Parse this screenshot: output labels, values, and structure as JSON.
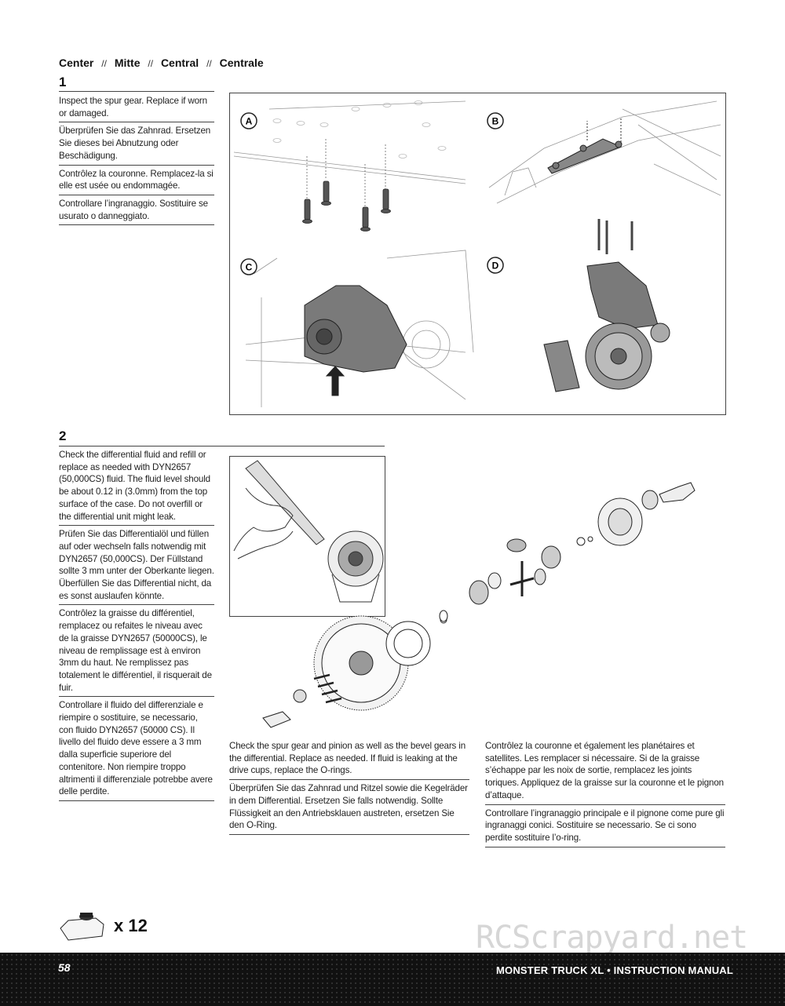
{
  "header": {
    "parts": [
      "Center",
      "Mitte",
      "Central",
      "Centrale"
    ],
    "sep1": "//",
    "sep2": "//",
    "sep3": "//"
  },
  "step1": {
    "number": "1",
    "texts": [
      "Inspect the spur gear. Replace if worn or damaged.",
      "Überprüfen Sie das Zahnrad. Ersetzen Sie dieses bei Abnutzung oder Beschädigung.",
      "Contrôlez la couronne. Remplacez-la si elle est usée ou endommagée.",
      "Controllare l’ingranaggio. Sostituire se usurato o danneggiato."
    ],
    "callouts": [
      "A",
      "B",
      "C",
      "D"
    ]
  },
  "step2": {
    "number": "2",
    "texts": [
      "Check the differential fluid and refill or replace as needed with DYN2657 (50,000CS) fluid. The fluid level should be about 0.12 in (3.0mm) from the top surface of the case. Do not overfill or the differential unit might leak.",
      "Prüfen Sie das Differentialöl und füllen auf oder wechseln falls notwendig mit DYN2657 (50,000CS). Der Füllstand sollte 3 mm unter der Oberkante liegen. Überfüllen Sie das Differential nicht, da es sonst auslaufen könnte.",
      "Contrôlez la graisse du différentiel, remplacez ou refaites le niveau avec de la graisse DYN2657 (50000CS), le niveau de remplissage est à environ 3mm du haut. Ne remplissez pas totalement le différentiel, il risquerait de fuir.",
      "Controllare il fluido del differenziale e riempire o sostituire, se necessario, con fluido DYN2657 (50000 CS). Il livello del fluido deve essere a 3 mm dalla superficie superiore del contenitore. Non riempire troppo altrimenti il differenziale potrebbe avere delle perdite."
    ],
    "notes_left": [
      "Check the spur gear and pinion as well as the bevel gears in the differential. Replace as needed. If fluid is leaking at the drive cups, replace the O-rings.",
      "Überprüfen Sie das Zahnrad und Ritzel sowie die Kegelräder in dem Differential. Ersetzen Sie falls notwendig. Sollte Flüssigkeit an den Antriebsklauen austreten, ersetzen Sie den O-Ring."
    ],
    "notes_right": [
      "Contrôlez la couronne et également les planétaires et satellites. Les remplacer si nécessaire. Si de la graisse s’échappe par les noix de sortie, remplacez les joints toriques. Appliquez de la graisse sur la couronne et le pignon d’attaque.",
      "Controllare l’ingranaggio principale e il pignone come pure gli ingranaggi conici. Sostituire se necessario. Se ci sono perdite sostituire l’o-ring."
    ]
  },
  "quantity": "x 12",
  "footer": {
    "page_number": "58",
    "title": "MONSTER TRUCK XL • INSTRUCTION MANUAL"
  },
  "watermark": "RCScrapyard.net",
  "colors": {
    "footer_bg": "#111111",
    "part_gray": "#6f6f6f",
    "line": "#444444"
  }
}
